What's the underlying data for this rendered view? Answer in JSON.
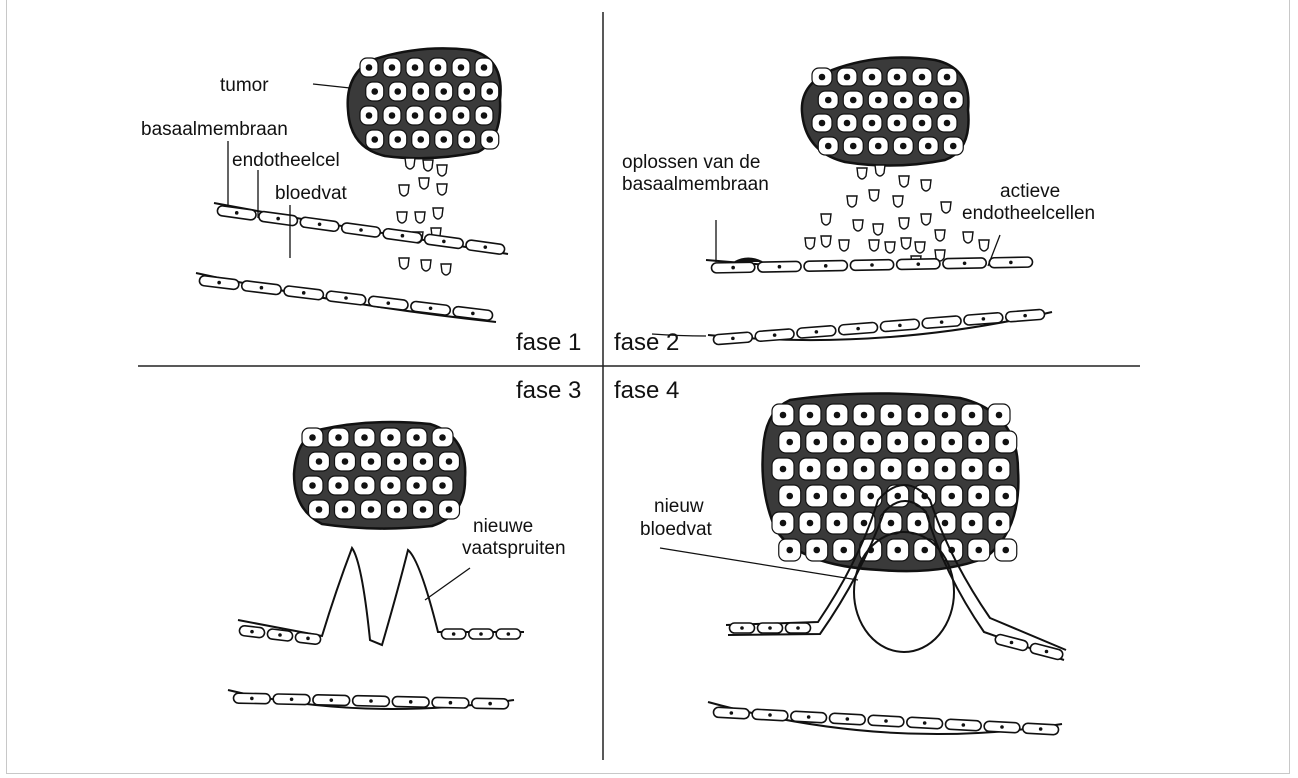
{
  "phases": {
    "p1": "fase 1",
    "p2": "fase 2",
    "p3": "fase 3",
    "p4": "fase 4"
  },
  "labels": {
    "tumor": "tumor",
    "basaalmembraan": "basaalmembraan",
    "endotheelcel": "endotheelcel",
    "bloedvat": "bloedvat",
    "oplossen_1": "oplossen van de",
    "oplossen_2": "basaalmembraan",
    "actieve_1": "actieve",
    "actieve_2": "endotheelcellen",
    "nieuwe_1": "nieuwe",
    "nieuwe_2": "vaatspruiten",
    "nieuw_1": "nieuw",
    "nieuw_2": "bloedvat"
  }
}
